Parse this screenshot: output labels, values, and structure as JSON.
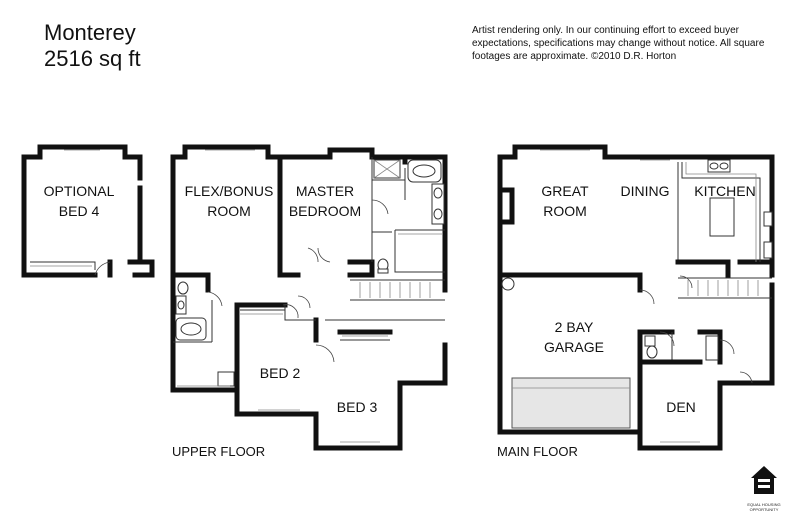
{
  "header": {
    "plan_name": "Monterey",
    "square_footage": "2516 sq ft",
    "disclaimer": "Artist rendering only. In our continuing effort to exceed buyer expectations, specifications may change without notice. All square footages are approximate. ©2010 D.R. Horton"
  },
  "upper_floor": {
    "label": "UPPER FLOOR",
    "rooms": {
      "optional_bed4_line1": "OPTIONAL",
      "optional_bed4_line2": "BED 4",
      "flex_line1": "FLEX/BONUS",
      "flex_line2": "ROOM",
      "master_line1": "MASTER",
      "master_line2": "BEDROOM",
      "bed2": "BED 2",
      "bed3": "BED 3"
    }
  },
  "main_floor": {
    "label": "MAIN FLOOR",
    "rooms": {
      "great_line1": "GREAT",
      "great_line2": "ROOM",
      "dining": "DINING",
      "kitchen": "KITCHEN",
      "garage_line1": "2 BAY",
      "garage_line2": "GARAGE",
      "den": "DEN"
    }
  },
  "logo": {
    "icon": "equal-housing-opportunity-icon",
    "text": "EQUAL HOUSING OPPORTUNITY"
  }
}
